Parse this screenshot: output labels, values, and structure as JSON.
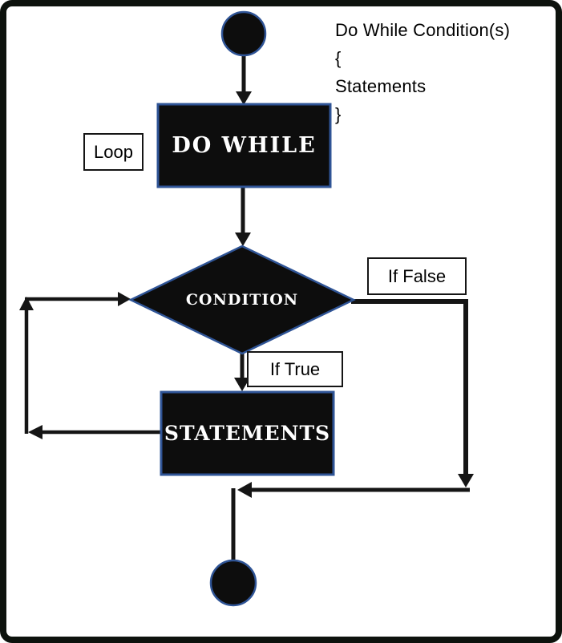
{
  "diagram": {
    "type": "flowchart",
    "topic": "Do While loop control flow",
    "code_comment": {
      "line1": "Do While Condition(s)",
      "line2": "{",
      "line3": "Statements",
      "line4": "}"
    },
    "nodes": {
      "start": {
        "kind": "terminator-circle",
        "label": ""
      },
      "do_while": {
        "kind": "process",
        "label": "DO WHILE"
      },
      "condition": {
        "kind": "decision",
        "label": "CONDITION"
      },
      "statements": {
        "kind": "process",
        "label": "STATEMENTS"
      },
      "end": {
        "kind": "terminator-circle",
        "label": ""
      }
    },
    "labels": {
      "loop": "Loop",
      "if_false": "If False",
      "if_true": "If True"
    },
    "edges": [
      {
        "from": "start",
        "to": "do_while",
        "label": ""
      },
      {
        "from": "do_while",
        "to": "condition",
        "label": ""
      },
      {
        "from": "condition",
        "to": "statements",
        "label": "If True"
      },
      {
        "from": "statements",
        "to": "condition",
        "label": "Loop"
      },
      {
        "from": "condition",
        "to": "end",
        "label": "If False"
      }
    ],
    "colors": {
      "background": "#ffffff",
      "frame": "#0d120d",
      "shape_fill": "#0d0d0d",
      "shape_stroke": "#2f5496",
      "connector": "#151515",
      "shape_text": "#ffffff",
      "label_text": "#000000"
    }
  }
}
